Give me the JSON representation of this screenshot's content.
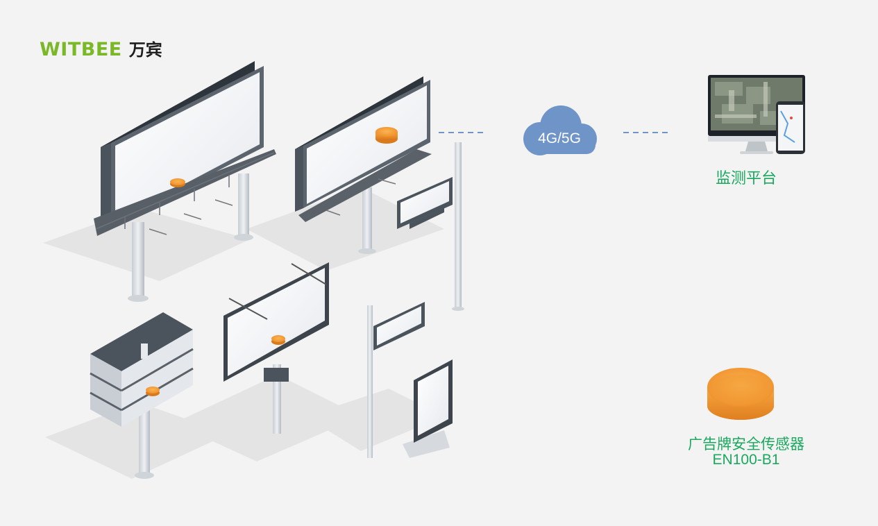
{
  "brand": {
    "name_en": "WITBEE",
    "name_cn": "万宾"
  },
  "network": {
    "label": "4G/5G"
  },
  "monitor": {
    "label": "监测平台"
  },
  "sensor": {
    "name": "广告牌安全传感器",
    "model": "EN100-B1"
  },
  "colors": {
    "brand_green": "#7ab828",
    "label_green": "#1aa85e",
    "cloud_blue": "#6f95c8",
    "sensor_orange": "#f0922c",
    "frame_dark": "#3d444c",
    "background": "#f3f3f3"
  }
}
